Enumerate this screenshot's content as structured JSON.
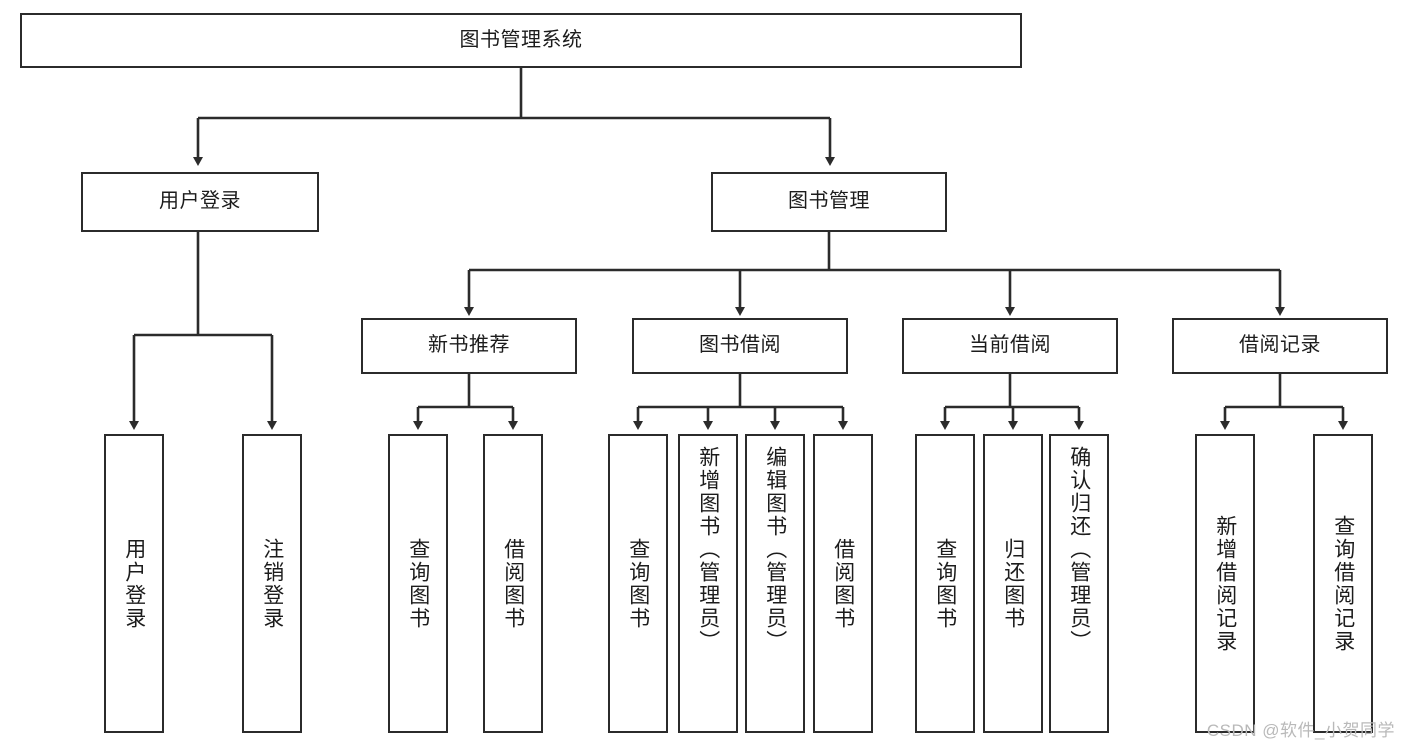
{
  "diagram": {
    "type": "tree-hierarchy-chart",
    "title": "图书管理系统",
    "watermark": "CSDN @软件_小贺同学",
    "colors": {
      "background": "#ffffff",
      "stroke": "#2b2b2b",
      "text": "#1c1c1c",
      "watermark": "#b9b9b9"
    },
    "root": {
      "id": "root",
      "label": "图书管理系统",
      "orientation": "horizontal"
    },
    "level2": [
      {
        "id": "user-login",
        "label": "用户登录",
        "orientation": "horizontal"
      },
      {
        "id": "book-manage",
        "label": "图书管理",
        "orientation": "horizontal"
      }
    ],
    "level3": [
      {
        "id": "new-book-recommend",
        "label": "新书推荐",
        "orientation": "horizontal"
      },
      {
        "id": "book-borrow",
        "label": "图书借阅",
        "orientation": "horizontal"
      },
      {
        "id": "current-borrow",
        "label": "当前借阅",
        "orientation": "horizontal"
      },
      {
        "id": "borrow-record",
        "label": "借阅记录",
        "orientation": "horizontal"
      }
    ],
    "leaves": {
      "user-login": [
        {
          "id": "leaf-user-login",
          "label": "用户登录",
          "orientation": "vertical"
        },
        {
          "id": "leaf-logout-login",
          "label": "注销登录",
          "orientation": "vertical"
        }
      ],
      "new-book-recommend": [
        {
          "id": "leaf-query-book-1",
          "label": "查询图书",
          "orientation": "vertical"
        },
        {
          "id": "leaf-borrow-book-1",
          "label": "借阅图书",
          "orientation": "vertical"
        }
      ],
      "book-borrow": [
        {
          "id": "leaf-query-book-2",
          "label": "查询图书",
          "orientation": "vertical"
        },
        {
          "id": "leaf-add-book",
          "label": "新增图书（管理员）",
          "orientation": "vertical"
        },
        {
          "id": "leaf-edit-book",
          "label": "编辑图书（管理员）",
          "orientation": "vertical"
        },
        {
          "id": "leaf-borrow-book-2",
          "label": "借阅图书",
          "orientation": "vertical"
        }
      ],
      "current-borrow": [
        {
          "id": "leaf-query-book-3",
          "label": "查询图书",
          "orientation": "vertical"
        },
        {
          "id": "leaf-return-book",
          "label": "归还图书",
          "orientation": "vertical"
        },
        {
          "id": "leaf-confirm-return",
          "label": "确认归还（管理员）",
          "orientation": "vertical"
        }
      ],
      "borrow-record": [
        {
          "id": "leaf-add-record",
          "label": "新增借阅记录",
          "orientation": "vertical"
        },
        {
          "id": "leaf-query-record",
          "label": "查询借阅记录",
          "orientation": "vertical"
        }
      ]
    }
  }
}
